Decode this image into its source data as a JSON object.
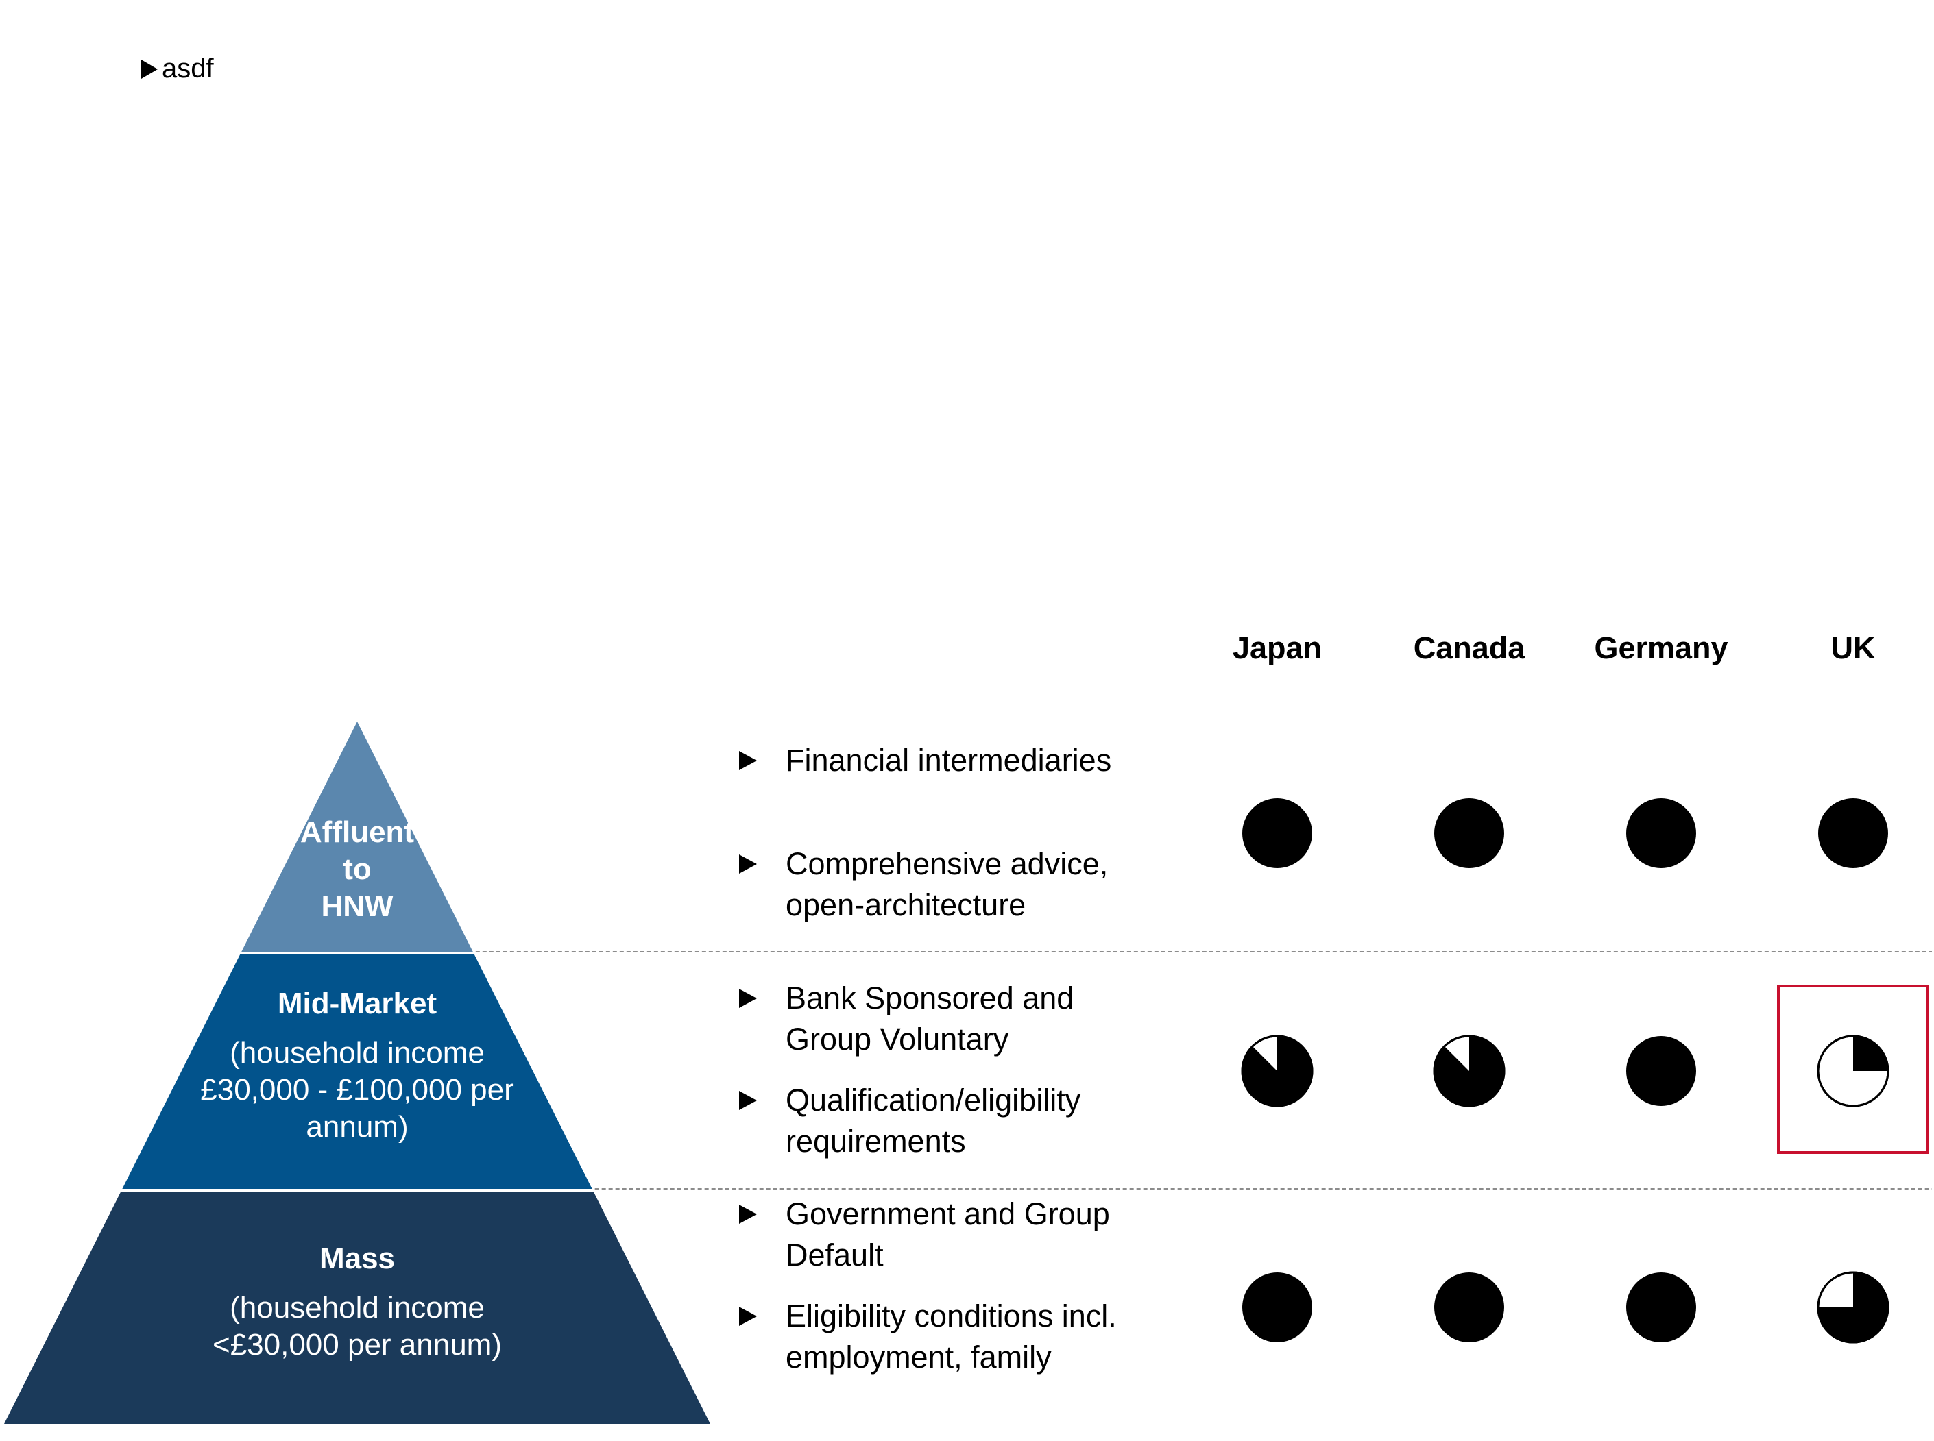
{
  "note": "asdf",
  "countries": [
    "Japan",
    "Canada",
    "Germany",
    "UK"
  ],
  "tiers": [
    {
      "name": "Affluent to HNW",
      "name_lines": [
        "Affluent",
        "to",
        "HNW"
      ],
      "sub": "",
      "color": "#5B87AE",
      "bullets": [
        "Financial intermediaries",
        "Comprehensive advice, open-architecture"
      ],
      "coverage": [
        1,
        1,
        1,
        1
      ]
    },
    {
      "name": "Mid-Market",
      "name_lines": [
        "Mid-Market"
      ],
      "sub": "(household income £30,000 - £100,000 per annum)",
      "color": "#02538C",
      "bullets": [
        "Bank Sponsored and Group Voluntary",
        "Qualification/eligibility requirements"
      ],
      "coverage": [
        0.875,
        0.875,
        1,
        0.25
      ]
    },
    {
      "name": "Mass",
      "name_lines": [
        "Mass"
      ],
      "sub": "(household income <£30,000 per annum)",
      "color": "#1B3A5A",
      "bullets": [
        "Government and Group Default",
        "Eligibility conditions incl. employment, family"
      ],
      "coverage": [
        1,
        1,
        1,
        0.75
      ]
    }
  ],
  "highlight": {
    "tier": "Mid-Market",
    "country": "UK",
    "color": "#C8102E"
  }
}
